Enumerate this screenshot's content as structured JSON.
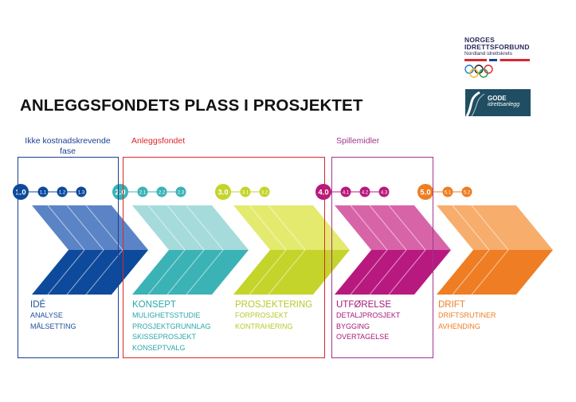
{
  "title": "ANLEGGSFONDETS PLASS I PROSJEKTET",
  "logo_nif": {
    "line1": "NORGES",
    "line2": "IDRETTSFORBUND",
    "line3": "Nordland idrettskrets",
    "accent_red": "#d9262e",
    "accent_blue": "#1c3f94"
  },
  "logo_gode": {
    "line1": "GODE",
    "line2": "idrettsanlegg",
    "bg": "#1f4e63"
  },
  "sections": [
    {
      "label": "Ikke kostnadskrevende fase",
      "color": "#1c3f94"
    },
    {
      "label": "Anleggsfondet",
      "color": "#d9262e"
    },
    {
      "label": "Spillemidler",
      "color": "#a1358c"
    }
  ],
  "phases": [
    {
      "number": "1.0",
      "subs": [
        "1.1",
        "1.2",
        "1.3"
      ],
      "title": "IDÉ",
      "items": [
        "ANALYSE",
        "MÅLSETTING"
      ],
      "color_dark": "#0e4a9b",
      "color_light": "#5b84c6",
      "text_color": "#1c4f9c"
    },
    {
      "number": "2.0",
      "subs": [
        "2.1",
        "2.2",
        "2.3"
      ],
      "title": "KONSEPT",
      "items": [
        "MULIGHETSSTUDIE",
        "PROSJEKTGRUNNLAG",
        "SKISSEPROSJEKT",
        "KONSEPTVALG"
      ],
      "color_dark": "#3bb3b6",
      "color_light": "#a6dbdc",
      "text_color": "#2aa7ab"
    },
    {
      "number": "3.0",
      "subs": [
        "3.1",
        "3.2"
      ],
      "title": "PROSJEKTERING",
      "items": [
        "FORPROSJEKT",
        "KONTRAHERING"
      ],
      "color_dark": "#c4d42a",
      "color_light": "#e4ea6e",
      "text_color": "#b9c82a"
    },
    {
      "number": "4.0",
      "subs": [
        "4.1",
        "4.2",
        "4.3"
      ],
      "title": "UTFØRELSE",
      "items": [
        "DETALJPROSJEKT",
        "BYGGING",
        "OVERTAGELSE"
      ],
      "color_dark": "#b8197f",
      "color_light": "#d864a8",
      "text_color": "#a8187a"
    },
    {
      "number": "5.0",
      "subs": [
        "5.1",
        "5.2"
      ],
      "title": "DRIFT",
      "items": [
        "DRIFTSRUTINER",
        "AVHENDING"
      ],
      "color_dark": "#ee7d23",
      "color_light": "#f7ad6c",
      "text_color": "#ee7d23"
    }
  ]
}
